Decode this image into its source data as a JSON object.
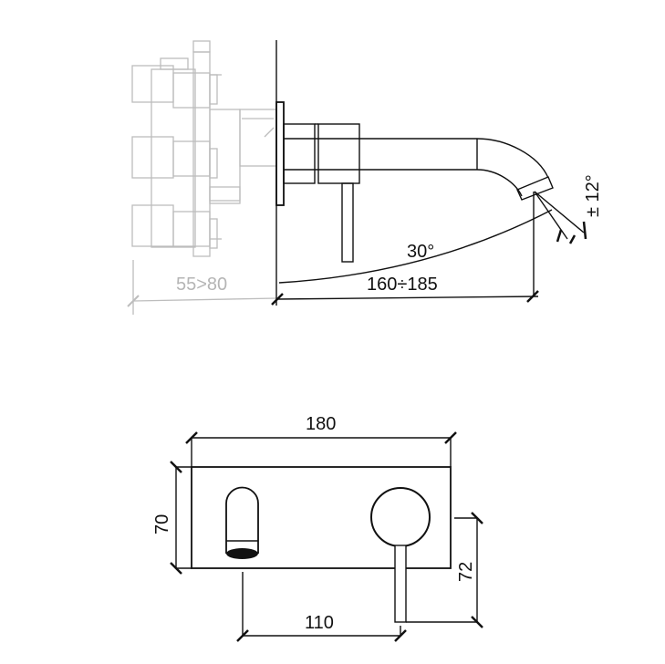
{
  "side_view": {
    "wall_depth_label": "55>80",
    "projection_label": "160÷185",
    "swivel_angle_label": "30°",
    "tilt_angle_label": "± 12°"
  },
  "front_view": {
    "plate_width_label": "180",
    "plate_height_label": "70",
    "spout_to_handle_label": "110",
    "handle_height_label": "72"
  },
  "colors": {
    "line": "#111111",
    "concealed_body": "#bdbdbd"
  }
}
